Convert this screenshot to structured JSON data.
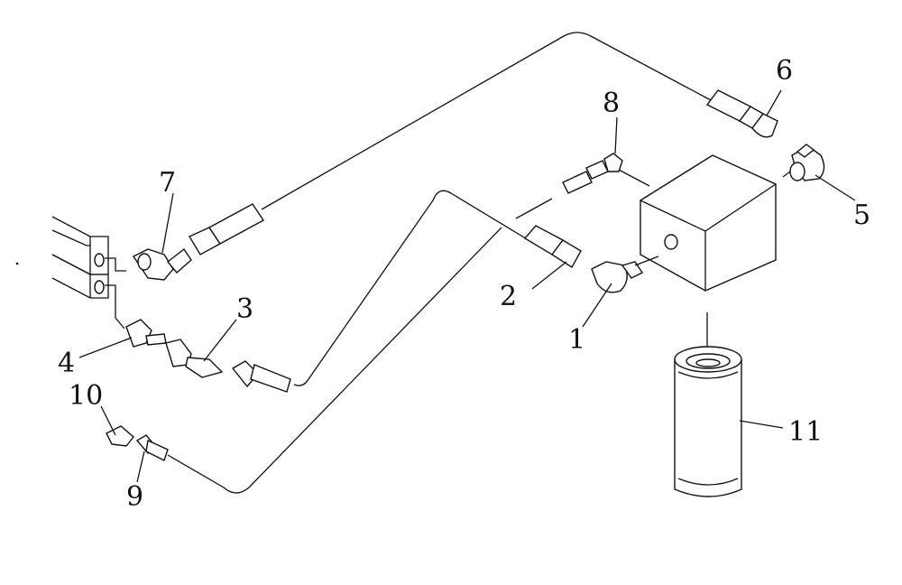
{
  "diagram": {
    "callouts": [
      {
        "id": "1",
        "text": "1"
      },
      {
        "id": "2",
        "text": "2"
      },
      {
        "id": "3",
        "text": "3"
      },
      {
        "id": "4",
        "text": "4"
      },
      {
        "id": "5",
        "text": "5"
      },
      {
        "id": "6",
        "text": "6"
      },
      {
        "id": "7",
        "text": "7"
      },
      {
        "id": "8",
        "text": "8"
      },
      {
        "id": "9",
        "text": "9"
      },
      {
        "id": "10",
        "text": "10"
      },
      {
        "id": "11",
        "text": "11"
      }
    ],
    "line_color": "#111111",
    "background": "#ffffff"
  }
}
